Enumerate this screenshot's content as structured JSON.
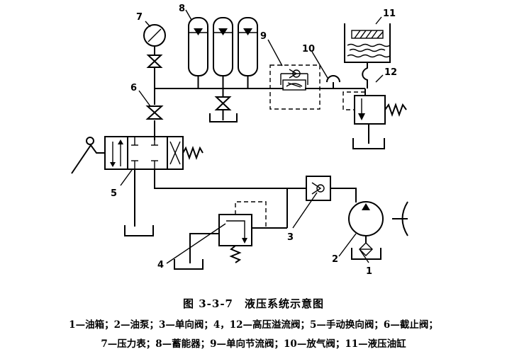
{
  "labels": {
    "n1": "1",
    "n2": "2",
    "n3": "3",
    "n4": "4",
    "n5": "5",
    "n6": "6",
    "n7": "7",
    "n8": "8",
    "n9": "9",
    "n10": "10",
    "n11": "11",
    "n12": "12"
  },
  "caption": "图 3-3-7　液压系统示意图",
  "legend_line1": "1—油箱；2—油泵；3—单向阀；4，12—高压溢流阀；5—手动换向阀；6—截止阀；",
  "legend_line2": "7—压力表；8—蓄能器；9—单向节流阀；10—放气阀；11—液压油缸"
}
